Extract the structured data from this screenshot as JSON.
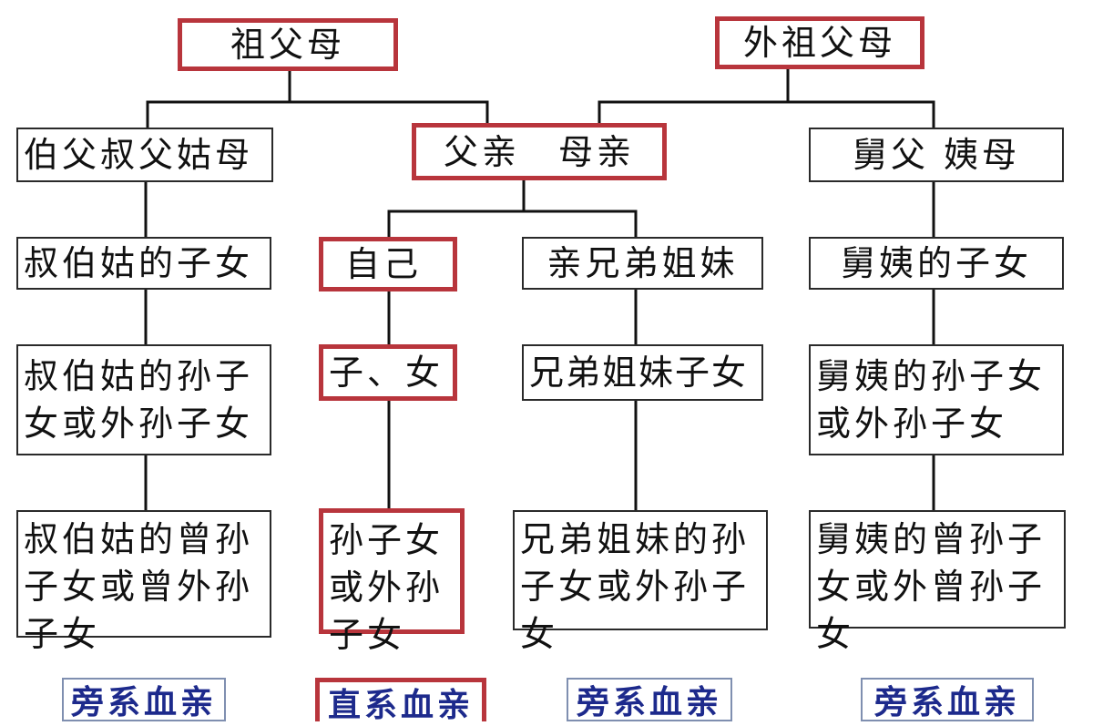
{
  "colors": {
    "line": "#111111",
    "direct_border": "#b8353c",
    "box_border": "#2a2a2a",
    "legend_text": "#1d2a8c"
  },
  "nodes": {
    "paternal_grandparents": "祖父母",
    "maternal_grandparents": "外祖父母",
    "paternal_aunts_uncles": "伯父叔父姑母",
    "parents": "父亲　母亲",
    "maternal_aunts_uncles": "舅父 姨母",
    "paternal_cousins": "叔伯姑的子女",
    "self": "自己",
    "siblings": "亲兄弟姐妹",
    "maternal_cousins": "舅姨的子女",
    "paternal_cousin_grandchildren": "叔伯姑的孙子女或外孙子女",
    "children": "子、女",
    "sibling_children": "兄弟姐妹子女",
    "maternal_cousin_grandchildren": "舅姨的孙子女或外孙子女",
    "paternal_great_grandchildren": "叔伯姑的曾孙子女或曾外孙子女",
    "grandchildren": "孙子女或外孙子女",
    "sibling_grandchildren": "兄弟姐妹的孙子女或外孙子女",
    "maternal_great_grandchildren": "舅姨的曾孙子女或外曾孙子女"
  },
  "legend": {
    "col1": "旁系血亲",
    "col2": "直系血亲",
    "col3": "旁系血亲",
    "col4": "旁系血亲"
  }
}
